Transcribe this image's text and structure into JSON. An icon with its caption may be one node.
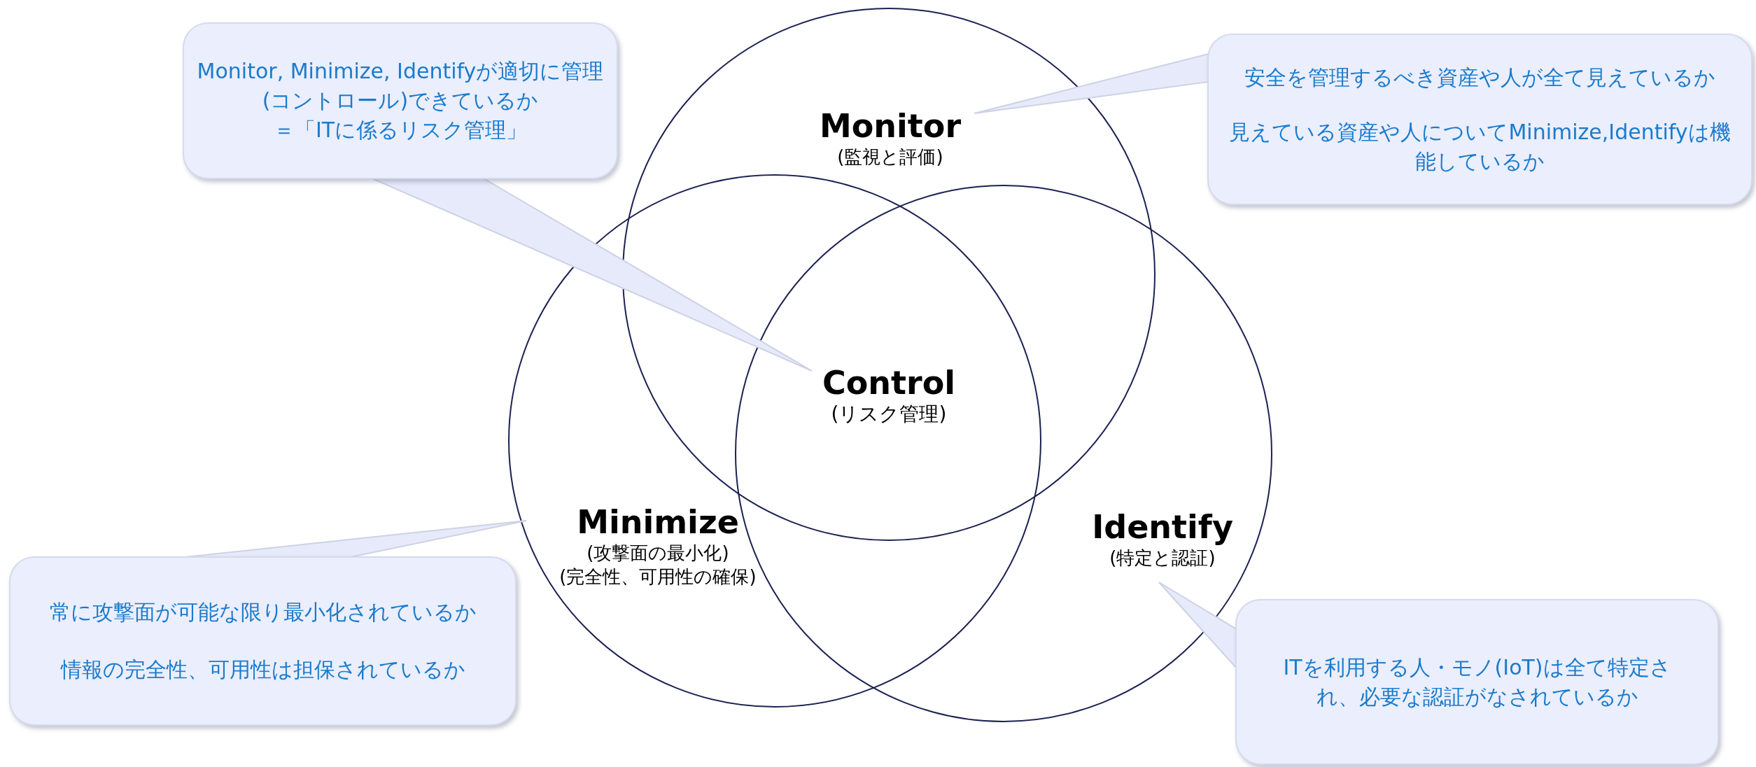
{
  "diagram": {
    "nodes": [
      {
        "text": [
          "Monitor, Minimize, Identifyが適切に管理(コントロール)できているか",
          "＝「ITに係るリスク管理」"
        ]
      },
      {
        "text": [
          "安全を管理するべき資産や人が全て見えているか",
          "見えている資産や人についてMinimize,Identifyは機能しているか"
        ]
      },
      {
        "text": [
          "Monitor",
          "(監視と評価)"
        ]
      },
      {
        "text": [
          "Control",
          "(リスク管理)"
        ]
      },
      {
        "text": [
          "Minimize",
          "(攻撃面の最小化)",
          "(完全性、可用性の確保)"
        ]
      },
      {
        "text": [
          "Identify",
          "(特定と認証)"
        ]
      },
      {
        "text": [
          "常に攻撃面が可能な限り最小化されているか",
          "情報の完全性、可用性は担保されているか"
        ]
      },
      {
        "text": [
          "ITを利用する人・モノ(IoT)は全て特定され、必要な認証がなされているか"
        ]
      }
    ],
    "edges": [
      {
        "from": 0,
        "to": 3,
        "arrow": "none"
      },
      {
        "from": 1,
        "to": 2,
        "arrow": "none"
      },
      {
        "from": 6,
        "to": 4,
        "arrow": "none"
      },
      {
        "from": 7,
        "to": 5,
        "arrow": "none"
      }
    ]
  }
}
